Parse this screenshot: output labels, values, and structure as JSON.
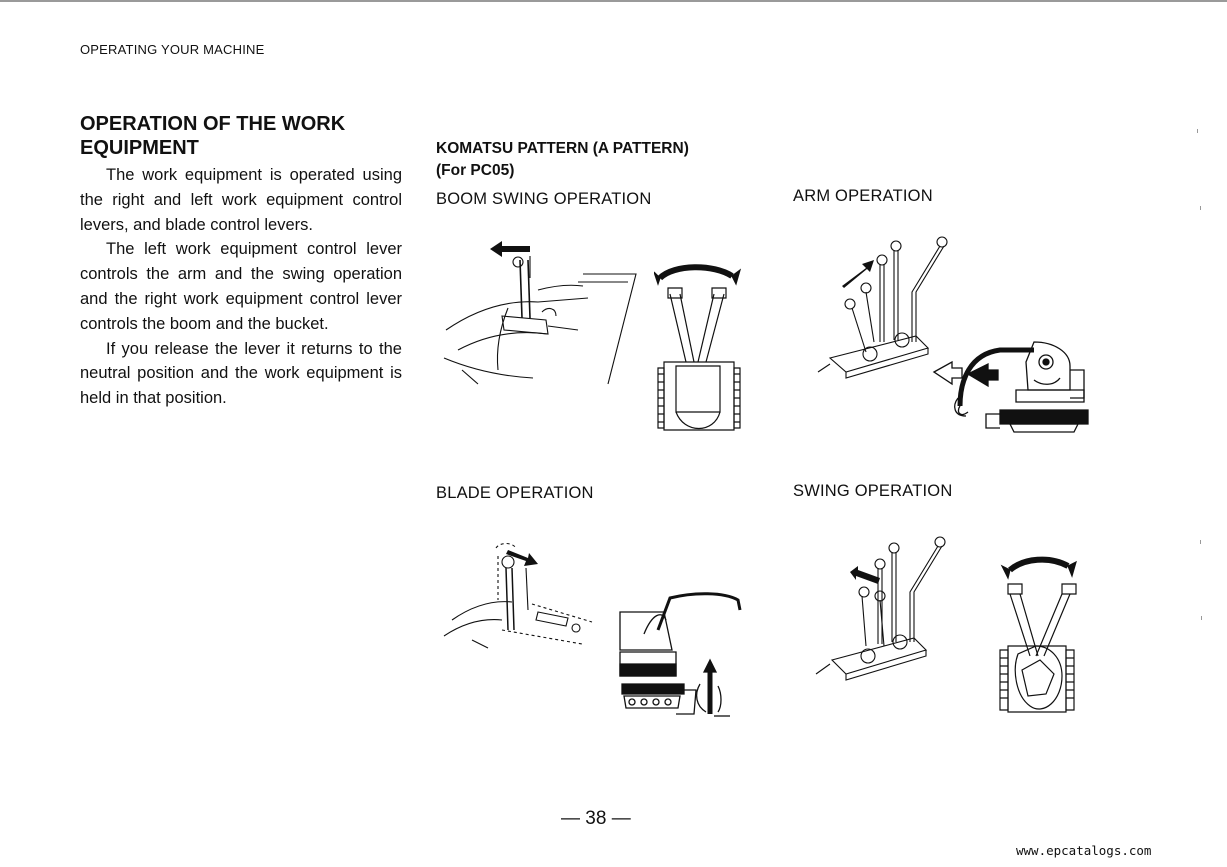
{
  "header": {
    "running_title": "OPERATING YOUR MACHINE"
  },
  "section": {
    "title_line1": "OPERATION OF THE WORK",
    "title_line2": "EQUIPMENT",
    "paragraphs": [
      "The work equipment is operated using the right and left work equipment control levers, and blade control levers.",
      "The left work equipment control lever controls the arm and the swing operation and the right work equipment control lever controls the boom and the bucket.",
      "If you release the lever it returns to the neutral position and the work equipment is held in that position."
    ]
  },
  "pattern": {
    "title": "KOMATSU PATTERN (A PATTERN)",
    "subtitle": "(For PC05)"
  },
  "operations": {
    "boom_swing": "BOOM SWING OPERATION",
    "arm": "ARM OPERATION",
    "blade": "BLADE OPERATION",
    "swing": "SWING OPERATION"
  },
  "footer": {
    "page_number": "— 38 —",
    "url": "www.epcatalogs.com"
  },
  "colors": {
    "ink": "#111111",
    "page": "#ffffff",
    "rule": "#9a9a9a"
  }
}
